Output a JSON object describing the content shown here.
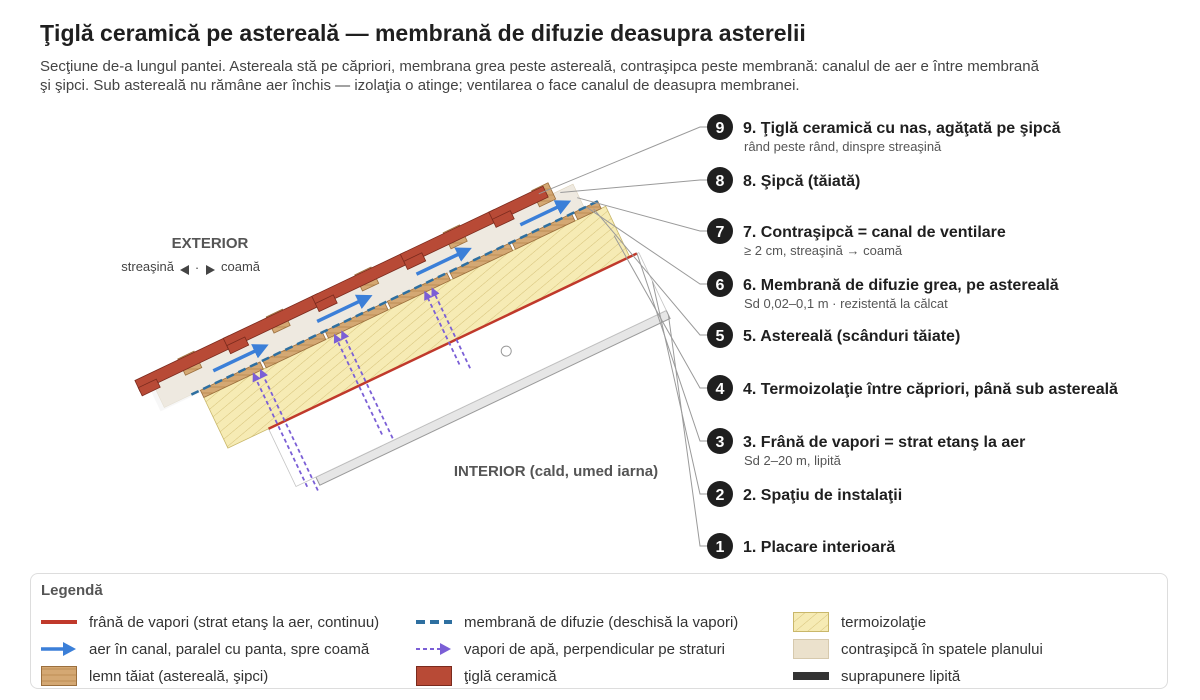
{
  "title": "Ţiglă ceramică pe astereală — membrană de difuzie deasupra asterelii",
  "subtitle": "Secţiune de-a lungul pantei. Astereala stă pe căpriori, membrana grea peste astereală, contraşipca peste membrană: canalul de aer e între membrană şi şipci. Sub astereală nu rămâne aer închis — izolaţia o atinge; ventilarea o face canalul de deasupra membranei.",
  "exterior": {
    "label": "EXTERIOR",
    "direction_left": "streaşină",
    "direction_right": "coamă"
  },
  "interior": {
    "label": "INTERIOR (cald, umed iarna)"
  },
  "layers": [
    {
      "number": "9",
      "title": "9. Ţiglă ceramică cu nas, agăţată pe şipcă",
      "note": "rând peste rând, dinspre streaşină"
    },
    {
      "number": "8",
      "title": "8. Şipcă (tăiată)",
      "note": ""
    },
    {
      "number": "7",
      "title": "7. Contraşipcă = canal de ventilare",
      "note": "≥ 2 cm, streaşină → coamă"
    },
    {
      "number": "6",
      "title": "6. Membrană de difuzie grea, pe astereală",
      "note": "Sd 0,02–0,1 m · rezistentă la călcat"
    },
    {
      "number": "5",
      "title": "5. Astereală (scânduri tăiate)",
      "note": ""
    },
    {
      "number": "4",
      "title": "4. Termoizolaţie între căpriori, până sub astereală",
      "note": ""
    },
    {
      "number": "3",
      "title": "3. Frână de vapori = strat etanş la aer",
      "note": "Sd 2–20 m, lipită"
    },
    {
      "number": "2",
      "title": "2. Spaţiu de instalaţii",
      "note": ""
    },
    {
      "number": "1",
      "title": "1. Placare interioară",
      "note": ""
    }
  ],
  "legend": {
    "title": "Legendă",
    "items": [
      {
        "label": "frână de vapori (strat etanş la aer, continuu)",
        "swatch": "red-line"
      },
      {
        "label": "membrană de difuzie (deschisă la vapori)",
        "swatch": "blue-dashed"
      },
      {
        "label": "termoizolaţie",
        "swatch": "hatch"
      },
      {
        "label": "aer în canal, paralel cu panta, spre coamă",
        "swatch": "blue-arrow"
      },
      {
        "label": "vapori de apă, perpendicular pe straturi",
        "swatch": "purple-arrow"
      },
      {
        "label": "contraşipcă în spatele planului",
        "swatch": "beige"
      },
      {
        "label": "lemn tăiat (astereală, şipci)",
        "swatch": "wood"
      },
      {
        "label": "ţiglă ceramică",
        "swatch": "tile"
      },
      {
        "label": "suprapunere lipită",
        "swatch": "dark-bar"
      }
    ]
  },
  "colors": {
    "tile": "#b84a36",
    "wood": "#d4a873",
    "insulation": "#f6ebb4",
    "vapor_barrier": "#c0392b",
    "membrane": "#2e6fa0",
    "air_arrow": "#3b7fd8",
    "vapor_arrow": "#7b5fd6",
    "counter_batten": "#ebe1cc",
    "overlap": "#333333"
  }
}
